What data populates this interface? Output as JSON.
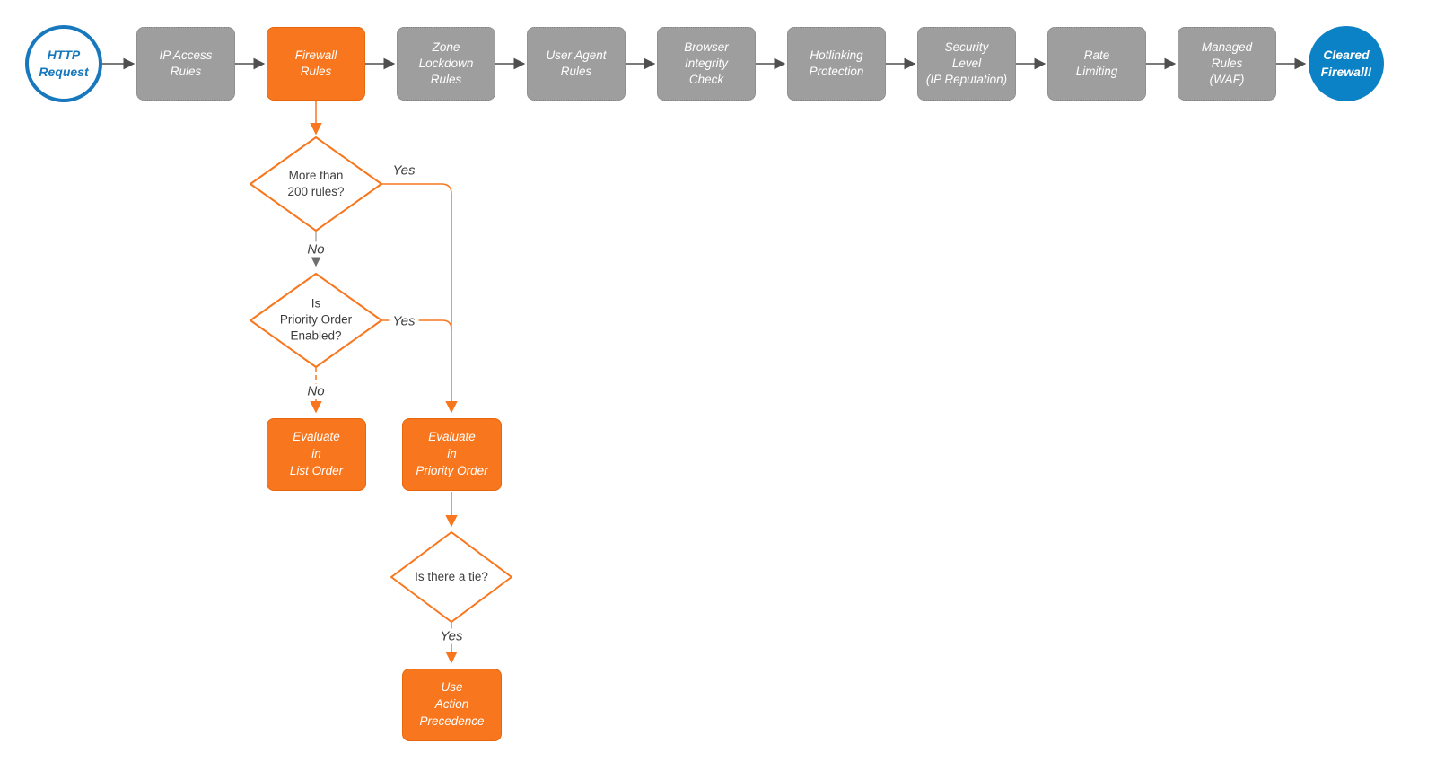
{
  "diagram": {
    "start": {
      "label": [
        "HTTP",
        "Request"
      ]
    },
    "steps": [
      {
        "label": [
          "IP Access",
          "Rules"
        ]
      },
      {
        "label": [
          "Firewall",
          "Rules"
        ]
      },
      {
        "label": [
          "Zone",
          "Lockdown",
          "Rules"
        ]
      },
      {
        "label": [
          "User Agent",
          "Rules"
        ]
      },
      {
        "label": [
          "Browser",
          "Integrity",
          "Check"
        ]
      },
      {
        "label": [
          "Hotlinking",
          "Protection"
        ]
      },
      {
        "label": [
          "Security",
          "Level",
          "(IP Reputation)"
        ]
      },
      {
        "label": [
          "Rate",
          "Limiting"
        ]
      },
      {
        "label": [
          "Managed",
          "Rules",
          "(WAF)"
        ]
      }
    ],
    "end": {
      "label": [
        "Cleared",
        "Firewall!"
      ]
    },
    "decisions": [
      {
        "label": [
          "More than",
          "200 rules?"
        ]
      },
      {
        "label": [
          "Is",
          "Priority Order",
          "Enabled?"
        ]
      },
      {
        "label": [
          "Is there a tie?"
        ]
      }
    ],
    "actions": [
      {
        "label": [
          "Evaluate",
          "in",
          "List Order"
        ]
      },
      {
        "label": [
          "Evaluate",
          "in",
          "Priority Order"
        ]
      },
      {
        "label": [
          "Use",
          "Action",
          "Precedence"
        ]
      }
    ],
    "edge_labels": {
      "yes1": "Yes",
      "no1": "No",
      "yes2": "Yes",
      "no2": "No",
      "yes3": "Yes"
    },
    "colors": {
      "orange": "#F8771E",
      "gray": "#9E9E9E",
      "blue": "#1778BE",
      "blue_fill": "#0C82C6",
      "connector": "#4F4F4F",
      "text": "#3D3D3D"
    }
  }
}
